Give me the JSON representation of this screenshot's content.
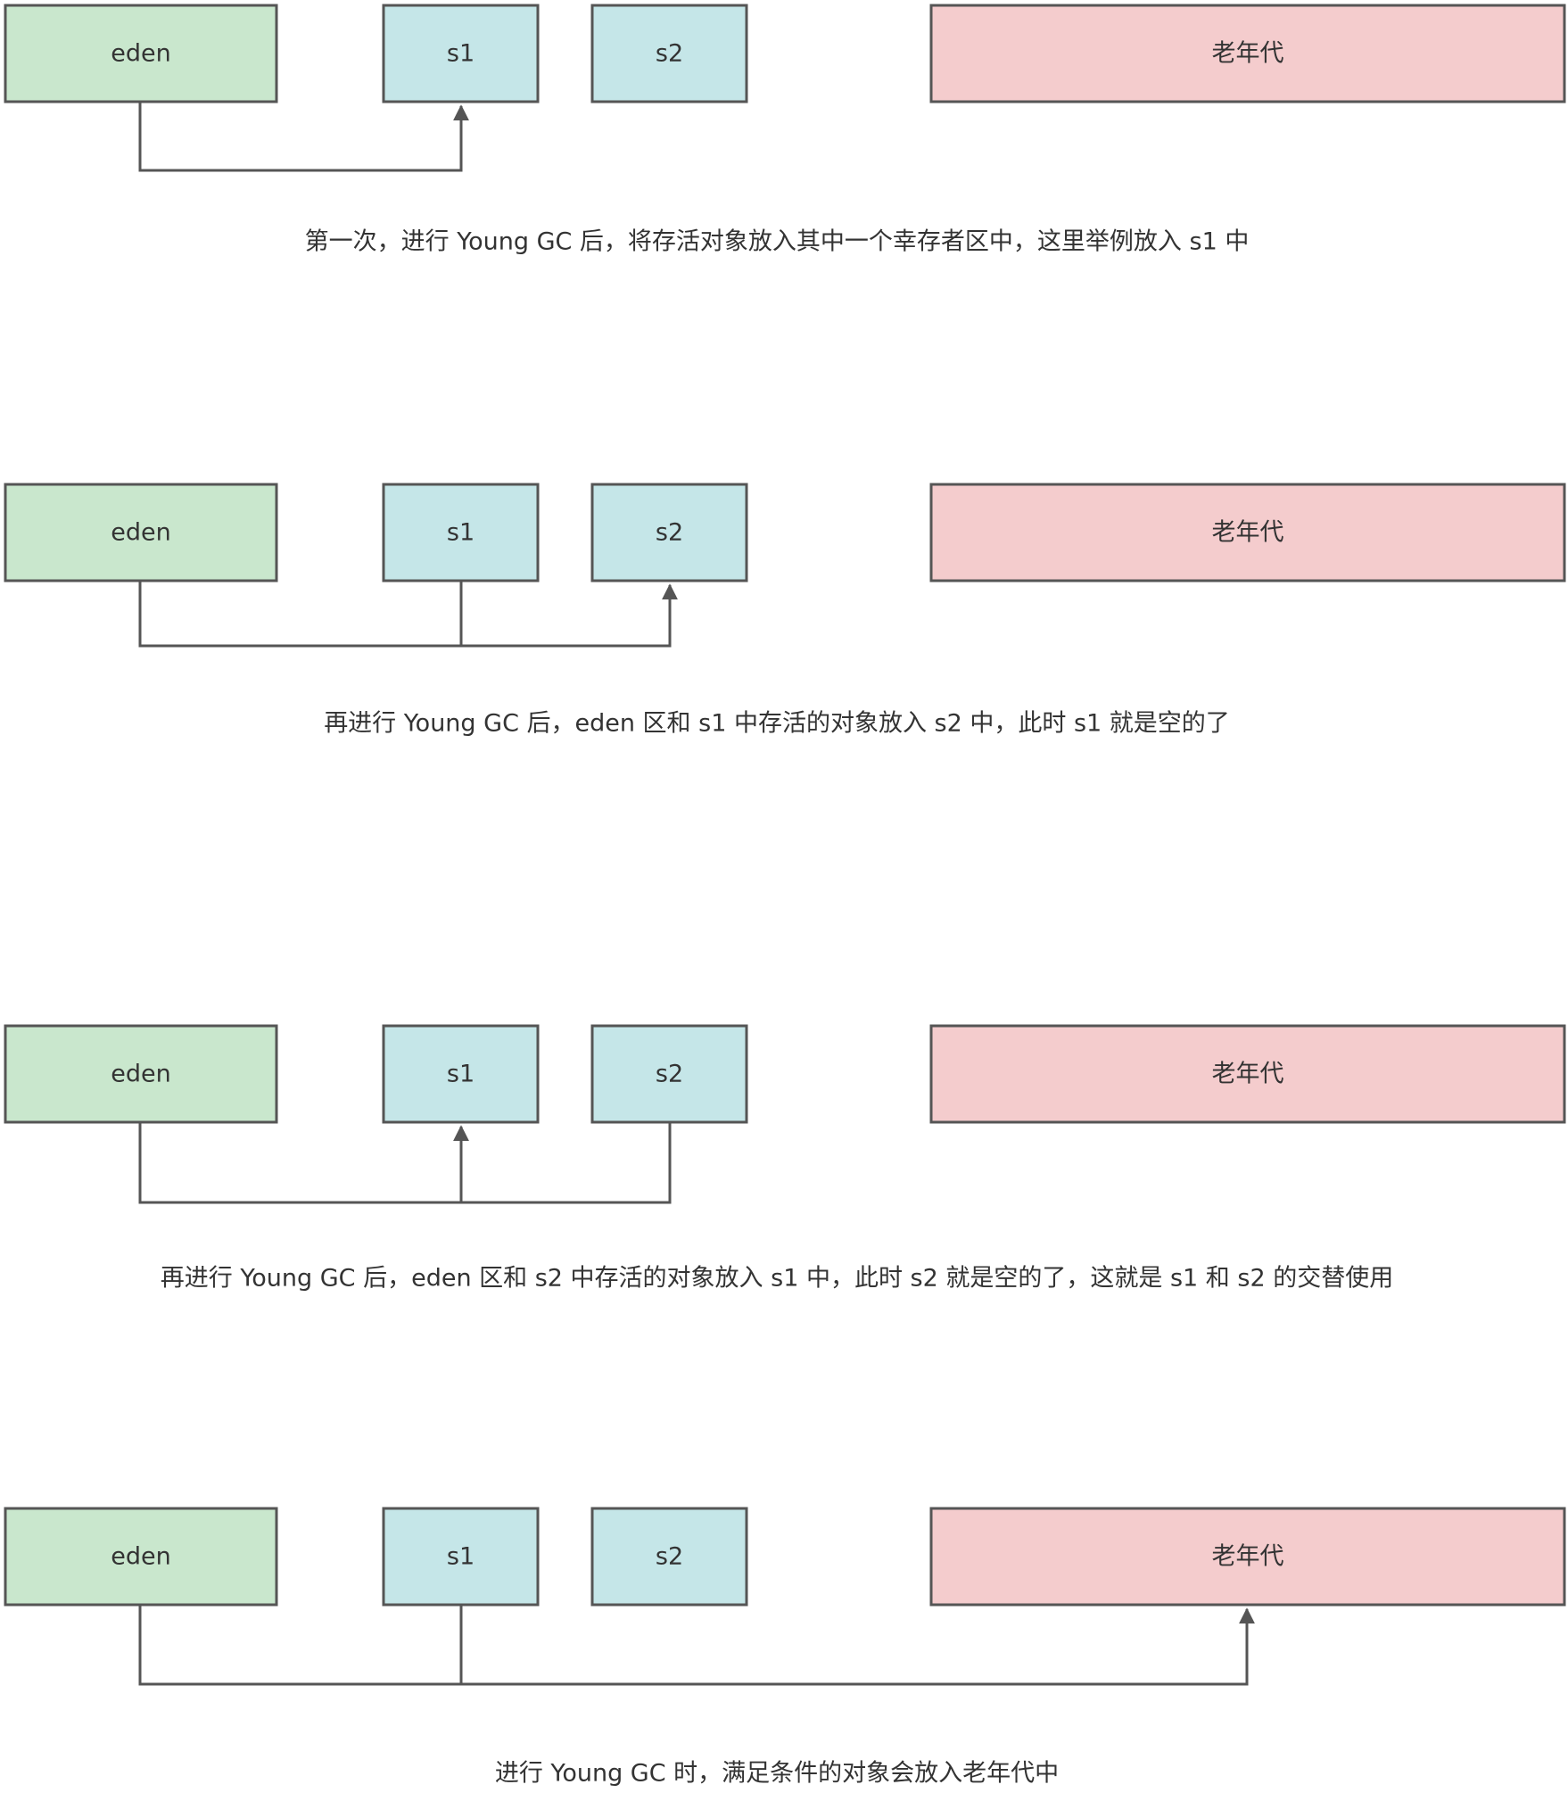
{
  "colors": {
    "eden_fill": "#c9e7cd",
    "survivor_fill": "#c5e6e8",
    "old_fill": "#f4cccd",
    "stroke": "#555555",
    "text": "#333333"
  },
  "labels": {
    "eden": "eden",
    "s1": "s1",
    "s2": "s2",
    "old": "老年代"
  },
  "steps": [
    {
      "caption": "第一次，进行 Young GC 后，将存活对象放入其中一个幸存者区中，这里举例放入 s1 中",
      "sources": [
        "eden"
      ],
      "target": "s1"
    },
    {
      "caption": "再进行 Young GC 后，eden 区和 s1 中存活的对象放入 s2 中，此时 s1 就是空的了",
      "sources": [
        "eden",
        "s1"
      ],
      "target": "s2"
    },
    {
      "caption": "再进行 Young GC 后，eden 区和 s2 中存活的对象放入 s1 中，此时 s2 就是空的了，这就是 s1 和 s2 的交替使用",
      "sources": [
        "eden",
        "s2"
      ],
      "target": "s1"
    },
    {
      "caption": "进行 Young GC 时，满足条件的对象会放入老年代中",
      "sources": [
        "eden",
        "s1"
      ],
      "target": "old"
    }
  ]
}
